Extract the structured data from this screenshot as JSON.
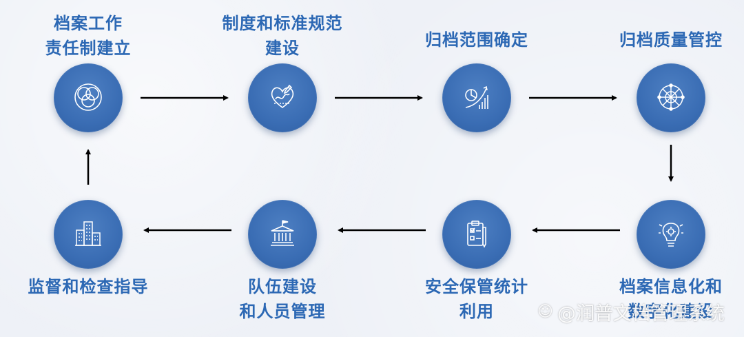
{
  "steps": [
    {
      "lines": [
        "档案工作",
        "责任制建立"
      ],
      "icon": "venn-circles-icon"
    },
    {
      "lines": [
        "制度和标准规范",
        "建设"
      ],
      "icon": "heart-pen-icon"
    },
    {
      "lines": [
        "归档范围确定"
      ],
      "icon": "growth-chart-icon"
    },
    {
      "lines": [
        "归档质量管控"
      ],
      "icon": "network-globe-icon"
    },
    {
      "lines": [
        "档案信息化和",
        "数字化建设"
      ],
      "icon": "lightbulb-gear-icon"
    },
    {
      "lines": [
        "安全保管统计",
        "利用"
      ],
      "icon": "clipboard-checklist-icon"
    },
    {
      "lines": [
        "队伍建设",
        "和人员管理"
      ],
      "icon": "institution-building-icon"
    },
    {
      "lines": [
        "监督和检查指导"
      ],
      "icon": "city-buildings-icon"
    }
  ],
  "watermark": {
    "logo": "☺",
    "text": "@润普文档管理系统"
  },
  "colors": {
    "circle": "#3a6db4",
    "label": "#2c68b4",
    "arrow": "#000000",
    "background": "#eef1f7"
  }
}
